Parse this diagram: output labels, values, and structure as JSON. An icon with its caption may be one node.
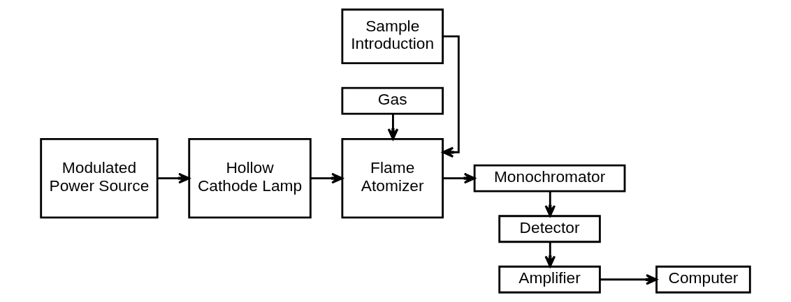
{
  "diagram": {
    "nodes": [
      {
        "text": [
          "Modulated Power Source"
        ]
      },
      {
        "text": [
          "Hollow Cathode Lamp"
        ]
      },
      {
        "text": [
          "Sample Introduction"
        ]
      },
      {
        "text": [
          "Flame Atomizer"
        ]
      },
      {
        "text": [
          "Monochromator"
        ]
      },
      {
        "text": [
          "Gas"
        ]
      },
      {
        "text": [
          "Detector"
        ]
      },
      {
        "text": [
          "Amplifier"
        ]
      },
      {
        "text": [
          "Computer"
        ]
      }
    ],
    "edges": [
      {
        "from": 0,
        "to": 1,
        "arrow": "to"
      },
      {
        "from": 1,
        "to": 3,
        "arrow": "to"
      },
      {
        "from": 2,
        "to": 3,
        "arrow": "to"
      },
      {
        "from": 5,
        "to": 3,
        "arrow": "to"
      },
      {
        "from": 3,
        "to": 4,
        "arrow": "to"
      },
      {
        "from": 4,
        "to": 6,
        "arrow": "to"
      },
      {
        "from": 6,
        "to": 7,
        "arrow": "to"
      },
      {
        "from": 7,
        "to": 8,
        "arrow": "to"
      }
    ]
  }
}
